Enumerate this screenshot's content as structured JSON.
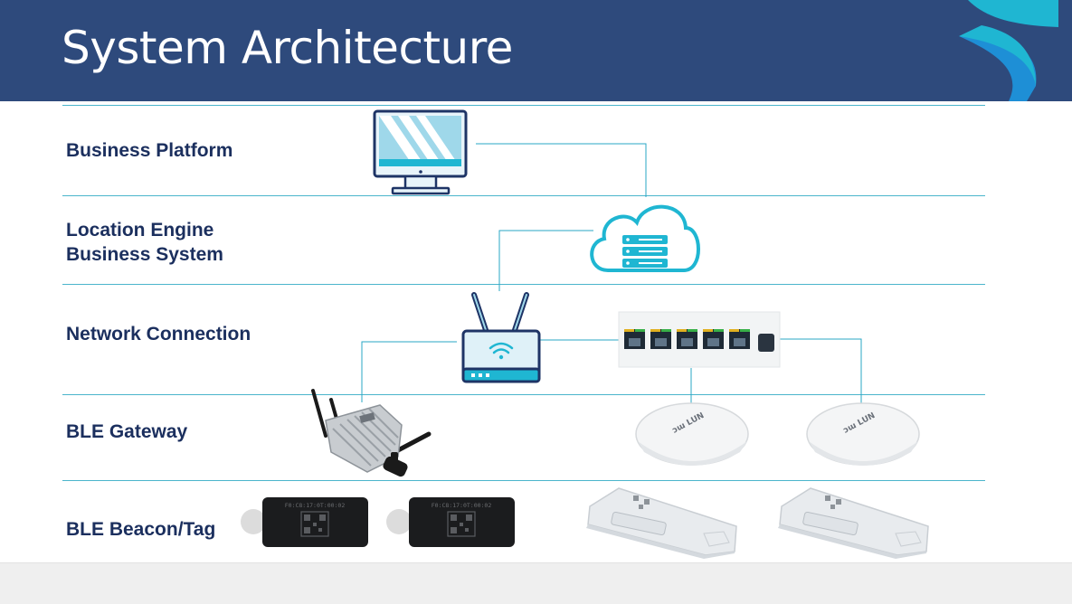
{
  "title": "System Architecture",
  "layers": [
    {
      "id": "business-platform",
      "label": "Business Platform"
    },
    {
      "id": "location-engine",
      "label": "Location Engine\nBusiness System"
    },
    {
      "id": "network-connection",
      "label": "Network Connection"
    },
    {
      "id": "ble-gateway",
      "label": "BLE Gateway"
    },
    {
      "id": "ble-beacon",
      "label": "BLE Beacon/Tag"
    }
  ],
  "devices": {
    "monitor": "monitor-icon",
    "cloud": "cloud-server-icon",
    "router": "wifi-router-icon",
    "switch": "ethernet-switch-icon",
    "gateway_industrial": "industrial-gateway-icon",
    "gateway_ceiling": "ceiling-gateway-icon",
    "beacon_card": "beacon-card-icon",
    "beacon_box": "beacon-box-icon"
  },
  "device_text": {
    "ceiling_brand_1": "ɔɯ LUN",
    "ceiling_brand_2": "ɔɯ LUN",
    "tag_id_1": "F0:C8:17:0T:00:02",
    "tag_id_2": "F0:C8:17:0T:00:02"
  },
  "colors": {
    "header": "#2e4a7c",
    "accent": "#1eb8d6",
    "divider": "#4bb5cc",
    "label": "#1b2f5e",
    "icon_outline": "#1e3466"
  }
}
